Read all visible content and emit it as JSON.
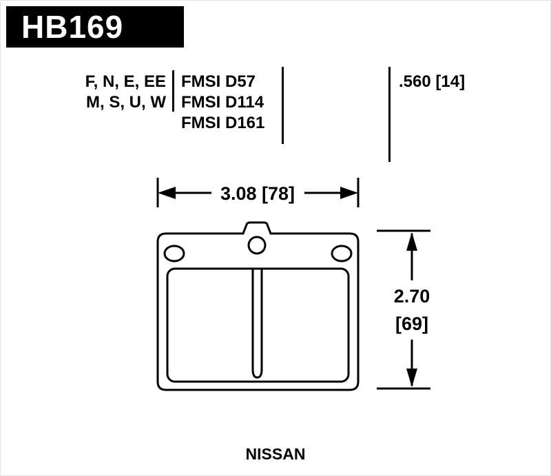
{
  "header": {
    "part_number": "HB169"
  },
  "spec": {
    "compound_row1": "F, N, E, EE",
    "compound_row2": "M, S, U, W",
    "fmsi": [
      "FMSI D57",
      "FMSI D114",
      "FMSI D161"
    ],
    "pad_thickness": ".560 [14]"
  },
  "dimensions": {
    "width_label": "3.08 [78]",
    "height_label_line1": "2.70",
    "height_label_line2": "[69]"
  },
  "footer": {
    "vehicle_make": "NISSAN"
  },
  "colors": {
    "banner_bg": "#000000",
    "banner_text": "#ffffff",
    "line": "#000000",
    "background": "#ffffff"
  }
}
